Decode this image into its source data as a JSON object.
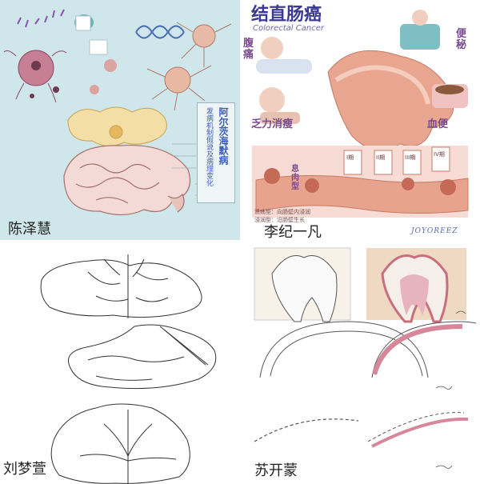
{
  "panels": [
    {
      "author": "陈泽慧",
      "title_lines": [
        "阿尔茨海默病",
        "发病机制假说及病理变化"
      ]
    },
    {
      "author": "李纪一凡",
      "title": "结直肠癌",
      "subtitle": "Colorectal Cancer",
      "symptoms": {
        "top_left": "腹痛",
        "top_right": "便秘",
        "bottom_left": "乏力消瘦",
        "bottom_right": "血便"
      },
      "stages": [
        "I期",
        "II期",
        "III期",
        "IV期"
      ],
      "section_label": "息肉型",
      "legend_lines": [
        "溃疡型：向肠壁内浸润",
        "浸润型：沿肠壁生长"
      ],
      "signature": "JOYOREEZ"
    },
    {
      "author": "刘梦萱"
    },
    {
      "author": "苏开蒙"
    }
  ]
}
